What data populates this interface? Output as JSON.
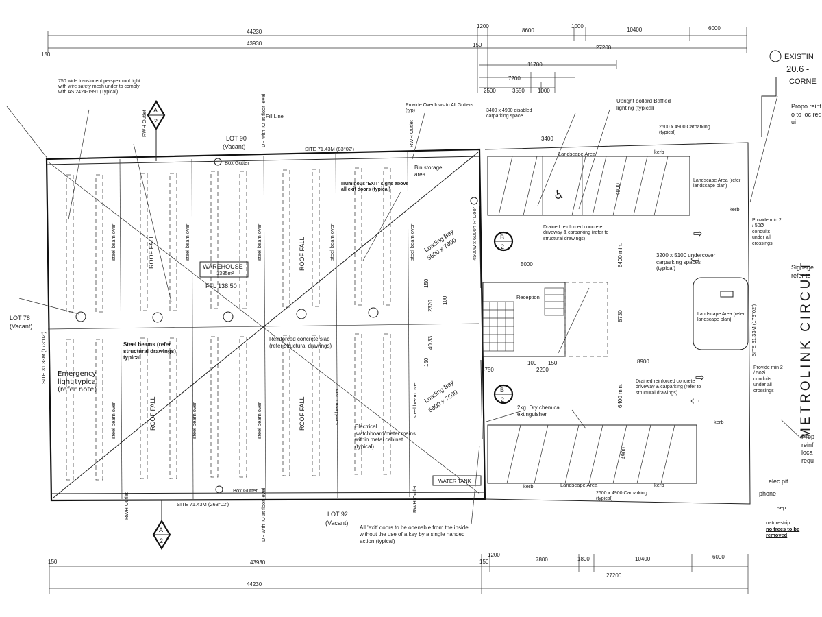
{
  "dimensions": {
    "top_row1": [
      "44230",
      "1200",
      "8600",
      "1000",
      "10400",
      "6000"
    ],
    "top_row2": [
      "150",
      "43930",
      "150",
      "27200"
    ],
    "top_row3": [
      "11700"
    ],
    "top_row4": [
      "7200"
    ],
    "top_row5": [
      "2500",
      "3550",
      "1000"
    ],
    "bottom_row1": [
      "150",
      "43930",
      "150",
      "1200",
      "7800",
      "1800",
      "10400",
      "6000"
    ],
    "bottom_row2": [
      "44230",
      "27200"
    ],
    "misc": [
      "3400",
      "5000",
      "150",
      "2320",
      "100",
      "40.33",
      "150",
      "4750",
      "100",
      "150",
      "2200",
      "8730",
      "8900",
      "6400 min.",
      "6400 min.",
      "4900",
      "4900"
    ]
  },
  "lots": {
    "lot90": "LOT 90",
    "lot90_sub": "(Vacant)",
    "lot92": "LOT 92",
    "lot92_sub": "(Vacant)",
    "lot78": "LOT 78",
    "lot78_sub": "(Vacant)"
  },
  "site": {
    "top": "SITE 71.43M   (83°02')",
    "bottom": "SITE 71.43M   (263°02')",
    "left": "SITE 31.33M   (173°02')",
    "right": "SITE 31.33M   (173°02')"
  },
  "street": "METROLINK CIRCUIT",
  "warehouse": {
    "name": "WAREHOUSE",
    "area": "1385m²",
    "ffl": "FFL 138.50",
    "roof_fall": "ROOF FALL",
    "steel_beam": "steel beam over"
  },
  "notes": {
    "roof_light": "750 wide translucent perspex roof light with wire safety mesh under to comply with AS.2424-1991 (Typical)",
    "fill_line": "Fill Line",
    "box_gutter": "Box Gutter",
    "overflows": "Provide Overflows to All Gutters (typ)",
    "bin_storage": "Bin storage area",
    "exit_signs": "Illuminous 'EXIT' signs above all exit doors (typical)",
    "loading_bay_1": "Loading Bay",
    "loading_bay_1_size": "5600 x 7600",
    "loading_bay_2": "Loading Bay",
    "loading_bay_2_size": "5600 x 7600",
    "roller_door": "4500w x 6000h R' Door",
    "steel_beams": "Steel beams (refer structural drawings) typical",
    "emergency_light": "Emergency light typical (refer note)",
    "slab": "Reinforced concrete slab (refer structural drawings)",
    "switchboard": "Electrical switchboard/meter mains within metal cabinet (typical)",
    "water_tank": "WATER TANK",
    "extinguisher": "2kg. Dry chemical extinguisher",
    "exit_doors": "All 'exit' doors to be openable from the inside without the use of a key by a single handed action (typical)",
    "disabled_space": "3400 x 4900 disabled carparking space",
    "bollard": "Upright bollard Baffled lighting (typical)",
    "carparking_top": "2600 x 4900 Carparking (typical)",
    "carparking_bottom": "2600 x 4900 Carparking (typical)",
    "landscape_top": "Landscape Area",
    "landscape_bottom": "Landscape Area",
    "landscape_right_top": "Landscape Area (refer landscape plan)",
    "landscape_right_mid": "Landscape Area (refer landscape plan)",
    "driveway_top": "Drained reinforced concrete driveway & carparking (refer to structural drawings)",
    "driveway_bottom": "Drained reinforced concrete driveway & carparking (refer to structural drawings)",
    "undercover": "3200 x 5100 undercover carparking spaces (typical)",
    "conduits_top": "Provide min 2 / 50Ø conduits under all crossings",
    "conduits_bottom": "Provide min 2 / 50Ø conduits under all crossings",
    "kerb": "kerb",
    "reception": "Reception",
    "elec_pit": "elec.pit",
    "phone": "phone",
    "sep": "sep",
    "naturestrip": "naturestrip",
    "no_trees": "no trees to be removed",
    "rwh": "RWH Outlet",
    "dp": "DP with IO at floor level"
  },
  "right_edge": {
    "prop_top": "Propo reinfo to loc requi",
    "signage": "Signage refer to",
    "prop_bottom": "Prop reinf loca requ"
  },
  "handwritten": {
    "existing": "EXISTIN",
    "level": "20.6 -",
    "corner": "CORNE"
  },
  "section_marks": [
    {
      "letter": "A",
      "num": "2"
    },
    {
      "letter": "A",
      "num": "2"
    },
    {
      "letter": "B",
      "num": "2"
    },
    {
      "letter": "B",
      "num": "2"
    }
  ]
}
